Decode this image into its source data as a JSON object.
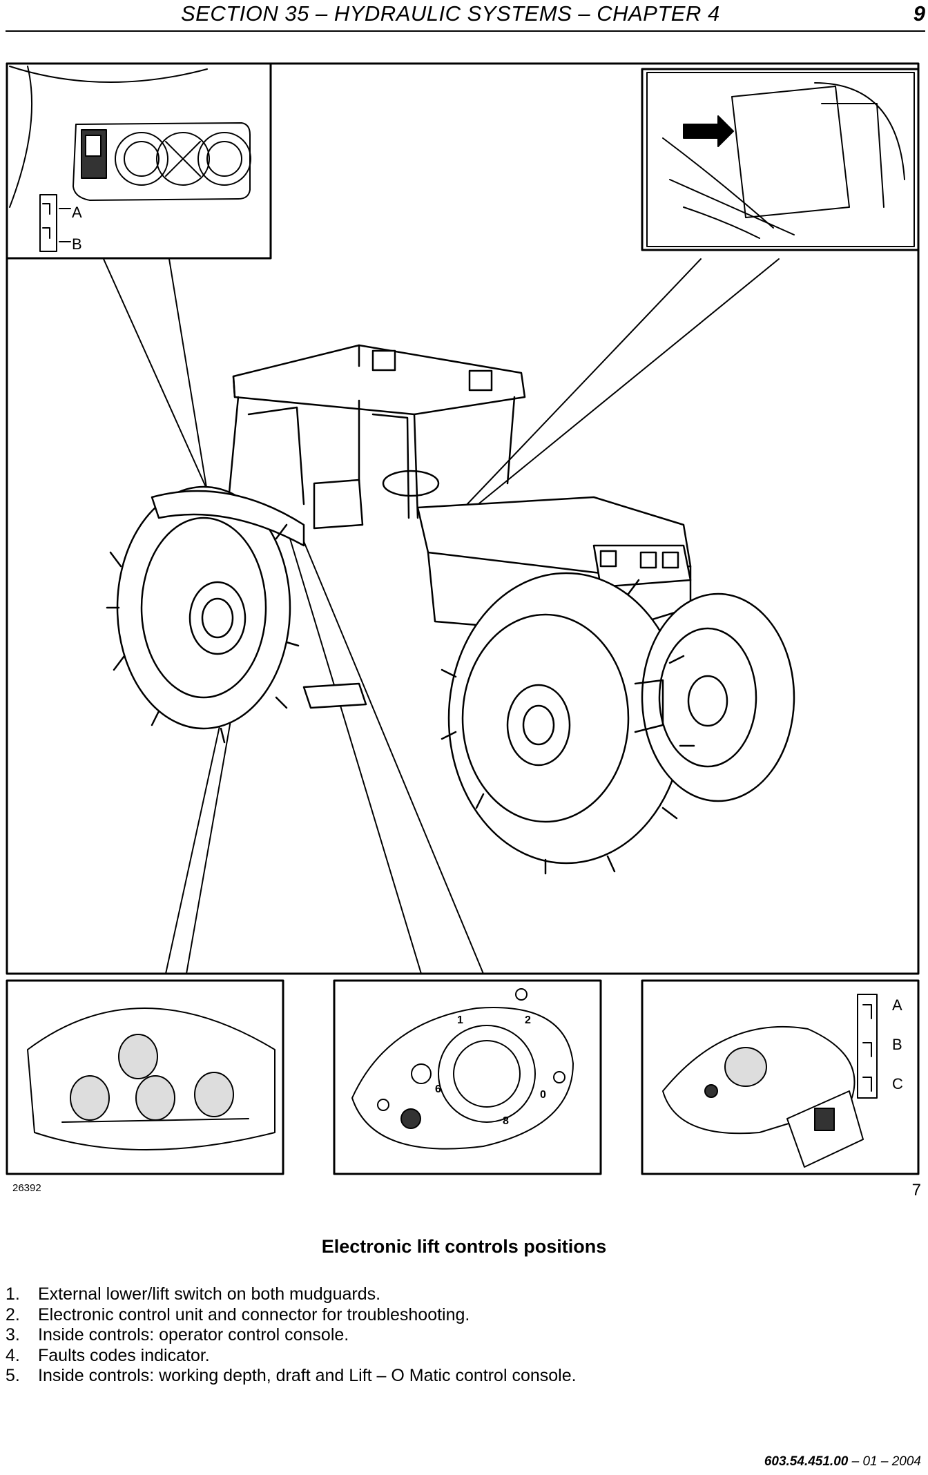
{
  "header": {
    "title": "SECTION 35 – HYDRAULIC SYSTEMS – CHAPTER 4",
    "page_number": "9"
  },
  "figure": {
    "image_number": "26392",
    "figure_index": "7",
    "callouts": {
      "switch_a": "A",
      "switch_b": "B",
      "console_a": "A",
      "console_b": "B",
      "console_c": "C",
      "dial_1": "1",
      "dial_2": "2",
      "dial_0": "0",
      "dial_6": "6",
      "dial_8": "8"
    }
  },
  "caption": "Electronic lift controls positions",
  "items": [
    {
      "num": "1.",
      "text": "External lower/lift switch on both mudguards."
    },
    {
      "num": "2.",
      "text": "Electronic control unit and connector for troubleshooting."
    },
    {
      "num": "3.",
      "text": "Inside controls: operator control console."
    },
    {
      "num": "4.",
      "text": "Faults codes indicator."
    },
    {
      "num": "5.",
      "text": "Inside controls: working depth, draft and Lift – O Matic control console."
    }
  ],
  "footer": {
    "code": "603.54.451.00",
    "suffix": " – 01 – 2004"
  }
}
